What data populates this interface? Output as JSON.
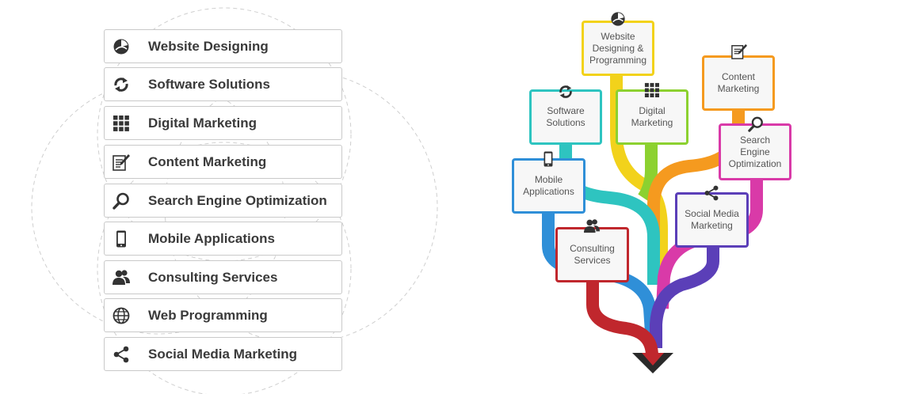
{
  "services": [
    {
      "label": "Website Designing",
      "icon": "globe-pie-icon"
    },
    {
      "label": "Software Solutions",
      "icon": "sync-arrows-icon"
    },
    {
      "label": "Digital Marketing",
      "icon": "grid-icon"
    },
    {
      "label": "Content Marketing",
      "icon": "document-pen-icon"
    },
    {
      "label": "Search Engine Optimization",
      "icon": "magnifier-icon"
    },
    {
      "label": "Mobile Applications",
      "icon": "phone-icon"
    },
    {
      "label": "Consulting Services",
      "icon": "people-icon"
    },
    {
      "label": "Web Programming",
      "icon": "globe-icon"
    },
    {
      "label": "Social Media Marketing",
      "icon": "share-icon"
    }
  ],
  "tree": {
    "nodes": {
      "website": {
        "label": "Website\nDesigning &\nProgramming",
        "color": "#f2d21b"
      },
      "content": {
        "label": "Content\nMarketing",
        "color": "#f59a1f"
      },
      "software": {
        "label": "Software\nSolutions",
        "color": "#2ec4c0"
      },
      "digital": {
        "label": "Digital\nMarketing",
        "color": "#8cd130"
      },
      "seo": {
        "label": "Search\nEngine\nOptimization",
        "color": "#d93aa8"
      },
      "mobile": {
        "label": "Mobile\nApplications",
        "color": "#2f8fd8"
      },
      "social": {
        "label": "Social Media\nMarketing",
        "color": "#5b3fb8"
      },
      "consulting": {
        "label": "Consulting\nServices",
        "color": "#c0272d"
      }
    }
  }
}
